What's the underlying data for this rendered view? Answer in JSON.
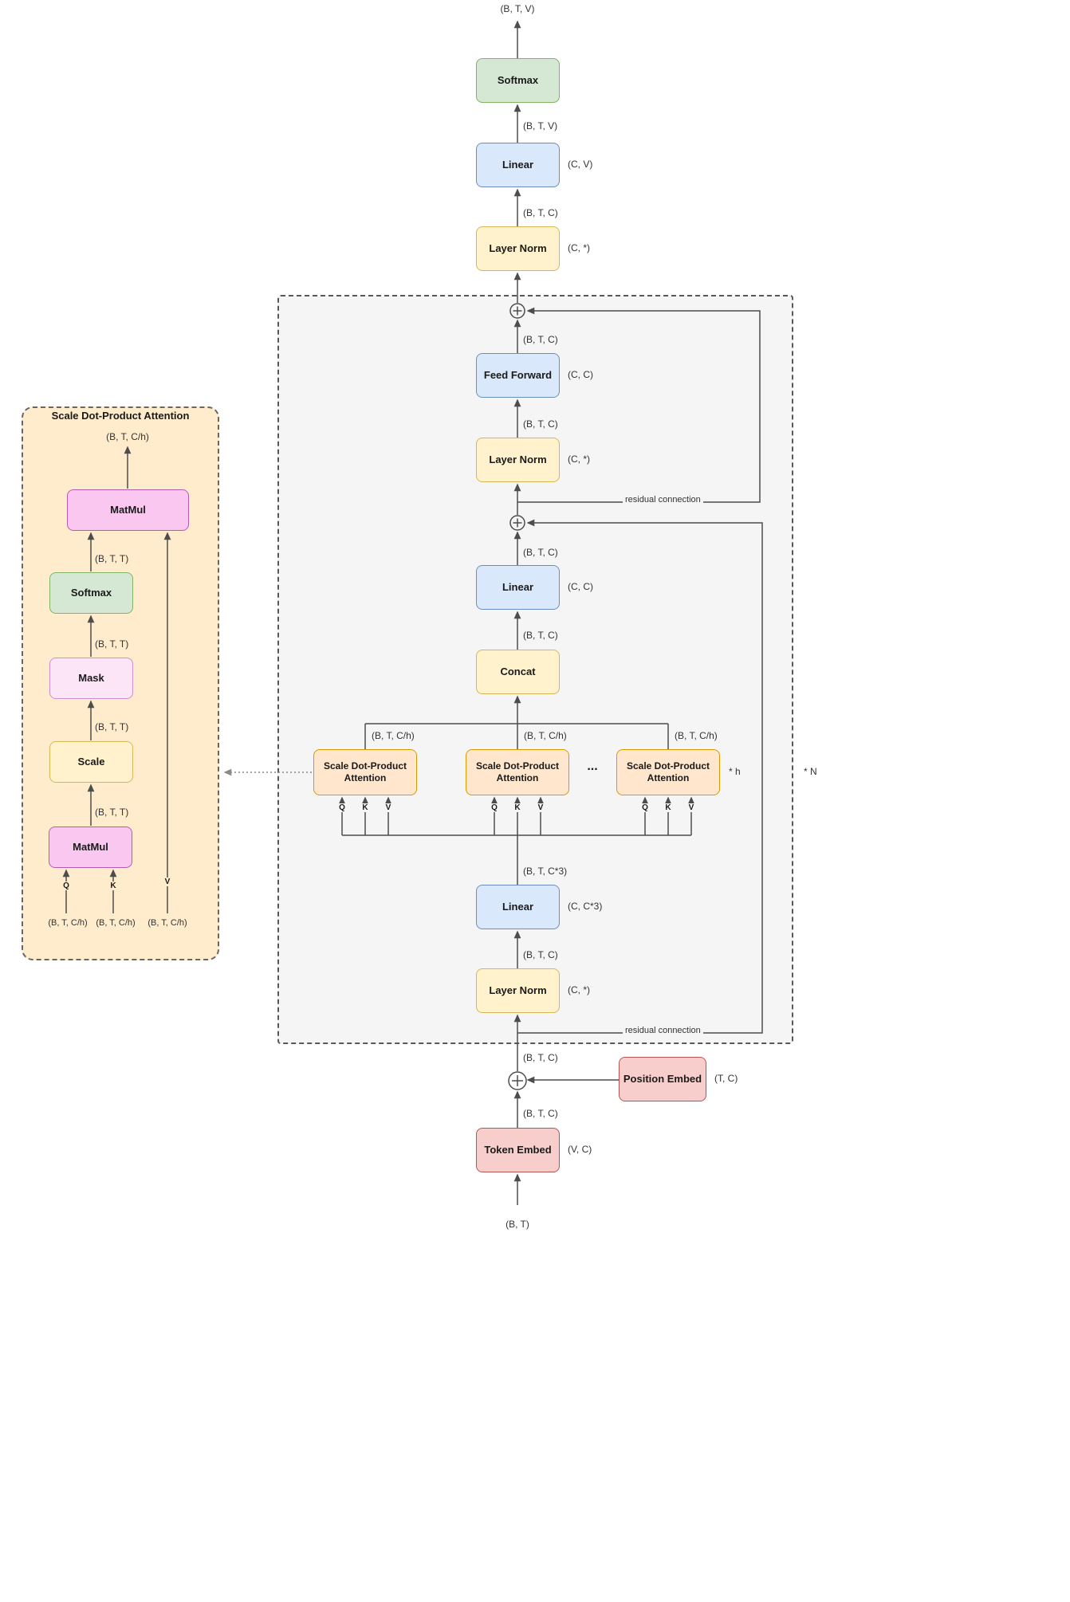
{
  "nodes": {
    "softmax": "Softmax",
    "linear": "Linear",
    "layer_norm": "Layer Norm",
    "feed_forward": "Feed Forward",
    "concat": "Concat",
    "attention": "Scale Dot-Product Attention",
    "token_embed": "Token Embed",
    "position_embed": "Position Embed",
    "matmul": "MatMul",
    "mask": "Mask",
    "scale": "Scale"
  },
  "shapes": {
    "bt": "(B, T)",
    "btc": "(B, T, C)",
    "btv": "(B, T, V)",
    "btc3": "(B, T, C*3)",
    "btch": "(B, T, C/h)",
    "btt": "(B, T, T)"
  },
  "params": {
    "cv": "(C, V)",
    "c_star": "(C, *)",
    "cc": "(C, C)",
    "cc3": "(C, C*3)",
    "tc": "(T, C)",
    "vc": "(V, C)"
  },
  "annotations": {
    "residual": "residual connection",
    "times_h": "* h",
    "times_n": "* N",
    "ellipsis": "...",
    "q": "Q",
    "k": "K",
    "v": "V"
  },
  "left_panel": {
    "title": "Scale Dot-Product Attention"
  },
  "colors": {
    "canvas_bg": "#ffffff",
    "transformer_block_bg": "#f5f5f5",
    "detail_panel_bg": "#ffeccd",
    "line": "#4d4d4d",
    "softmax_fill": "#d5e8d4",
    "linear_fill": "#dae8fc",
    "layernorm_fill": "#fff2cc",
    "attention_fill": "#ffe6cc",
    "embed_fill": "#f8cecc",
    "matmul_fill": "#f9c7ef",
    "mask_fill": "#fbe5f6"
  }
}
